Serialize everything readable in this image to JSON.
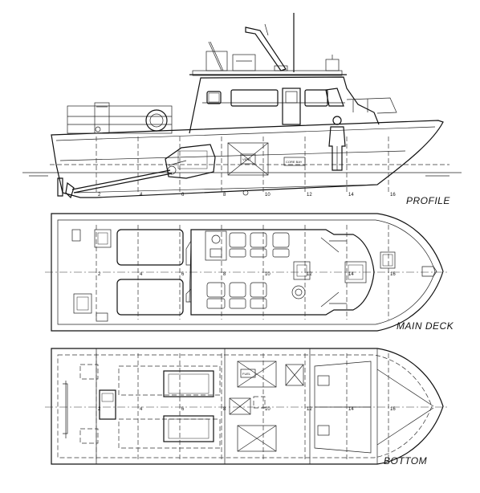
{
  "views": {
    "profile": {
      "title": "PROFILE"
    },
    "main_deck": {
      "title": "MAIN DECK"
    },
    "bottom": {
      "title": "BOTTOM"
    }
  },
  "stations": [
    "2",
    "4",
    "6",
    "8",
    "10",
    "12",
    "14",
    "16"
  ],
  "tags": {
    "profile_panel_label": "CORE BAY",
    "bottom_panel_label": "FUEL",
    "profile_vent_label": "VENT"
  }
}
